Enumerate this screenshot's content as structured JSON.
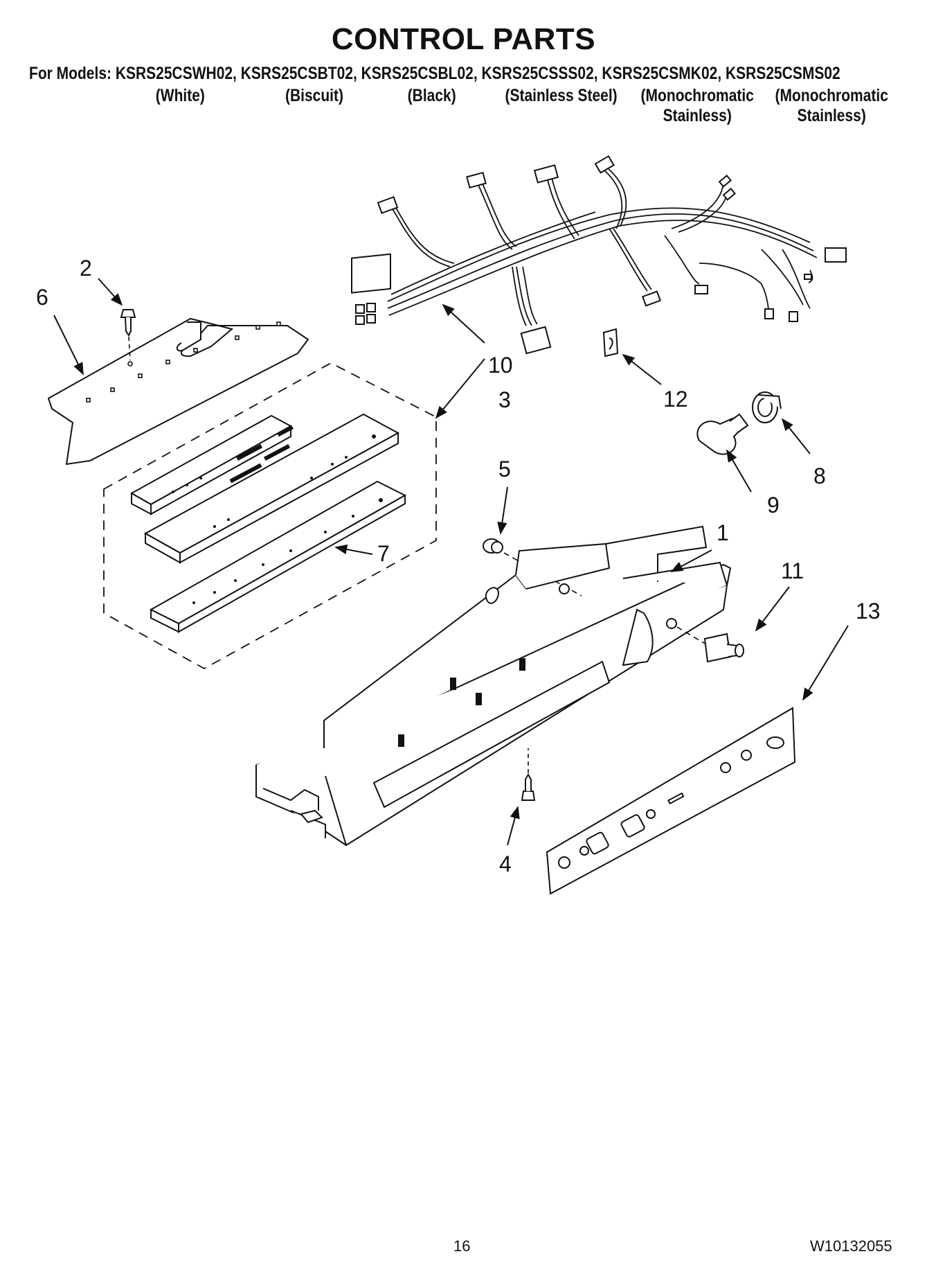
{
  "title": "CONTROL PARTS",
  "models_line": "For Models: KSRS25CSWH02, KSRS25CSBT02, KSRS25CSBL02, KSRS25CSSS02, KSRS25CSMK02, KSRS25CSMS02",
  "colors": [
    {
      "line1": "(White)",
      "line2": ""
    },
    {
      "line1": "(Biscuit)",
      "line2": ""
    },
    {
      "line1": "(Black)",
      "line2": ""
    },
    {
      "line1": "(Stainless Steel)",
      "line2": ""
    },
    {
      "line1": "(Monochromatic",
      "line2": "Stainless)"
    },
    {
      "line1": "(Monochromatic",
      "line2": "Stainless)"
    }
  ],
  "callouts": [
    "1",
    "2",
    "3",
    "4",
    "5",
    "6",
    "7",
    "8",
    "9",
    "10",
    "11",
    "12",
    "13"
  ],
  "footer": {
    "page_number": "16",
    "document_number": "W10132055"
  }
}
